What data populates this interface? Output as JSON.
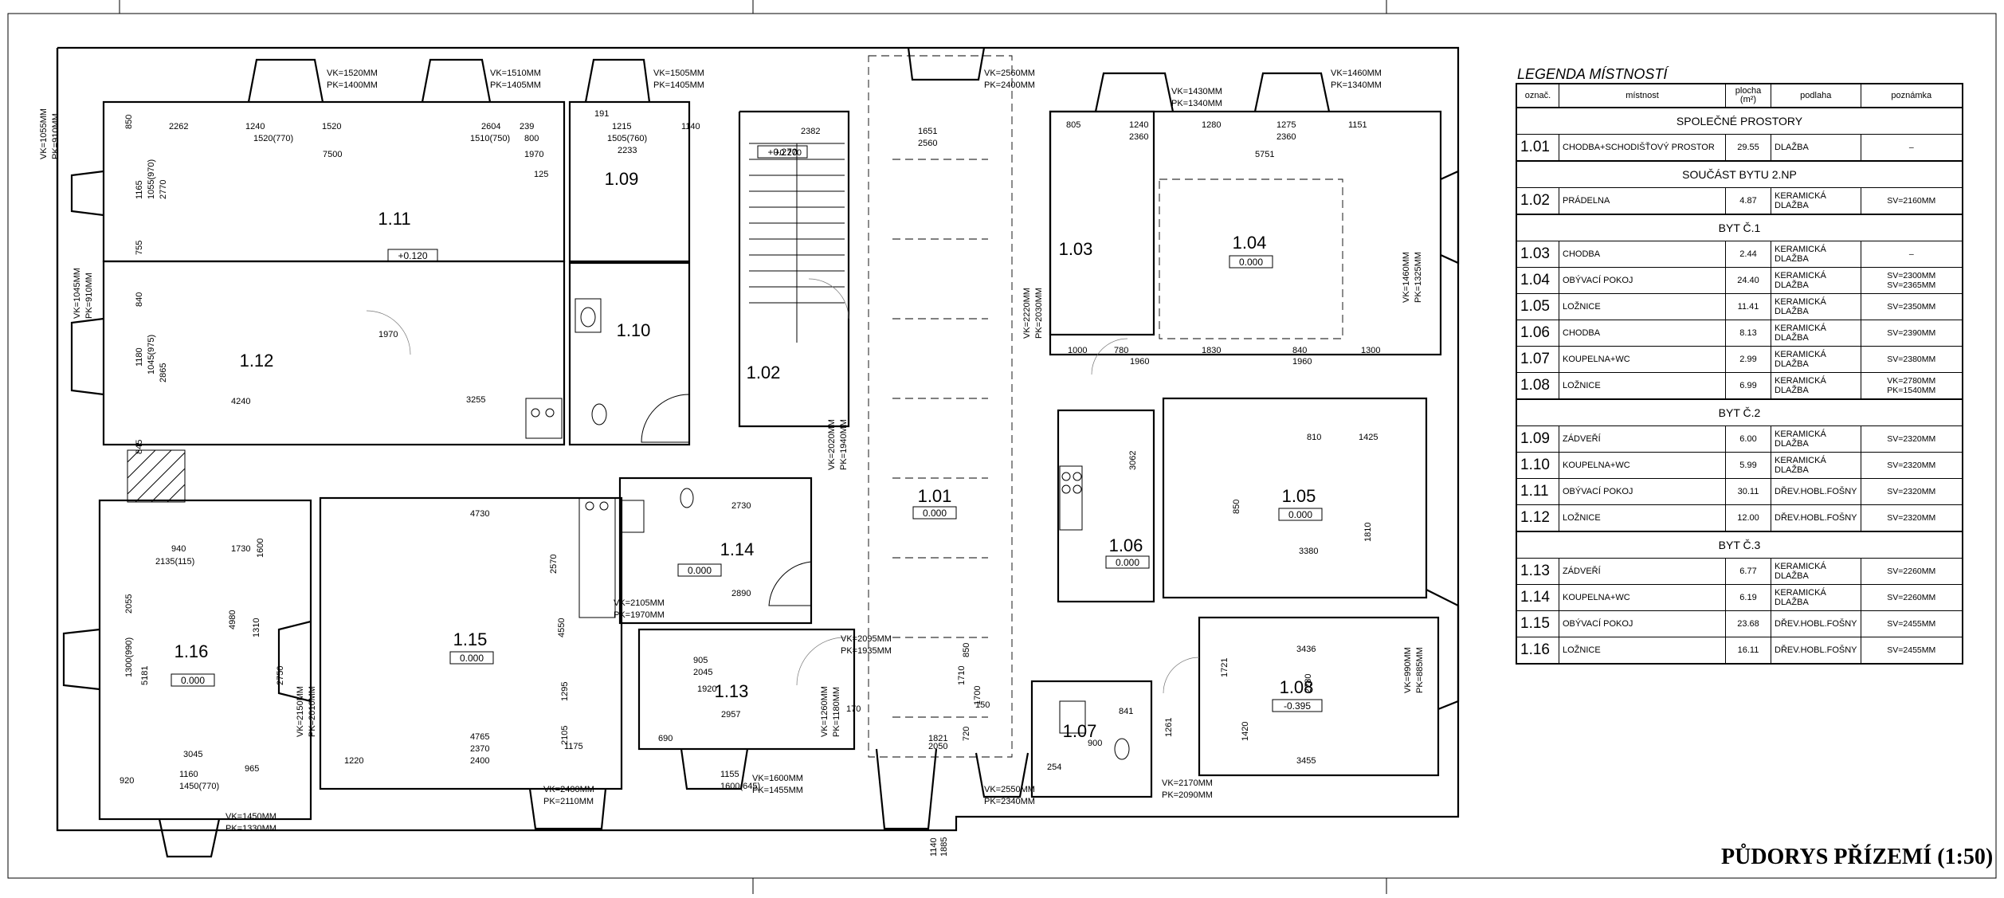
{
  "drawing_title": "PŮDORYS PŘÍZEMÍ (1:50)",
  "legend": {
    "title": "LEGENDA MÍSTNOSTÍ",
    "columns": {
      "id": "označ.",
      "name": "místnost",
      "area": "plocha\n(m²)",
      "floor": "podlaha",
      "note": "poznámka"
    },
    "groups": [
      {
        "title": "SPOLEČNÉ PROSTORY",
        "rows": [
          {
            "id": "1.01",
            "name": "CHODBA+SCHODIŠŤOVÝ PROSTOR",
            "area": "29.55",
            "floor": "DLAŽBA",
            "note": "–"
          }
        ]
      },
      {
        "title": "SOUČÁST BYTU 2.NP",
        "rows": [
          {
            "id": "1.02",
            "name": "PRÁDELNA",
            "area": "4.87",
            "floor": "KERAMICKÁ DLAŽBA",
            "note": "SV=2160MM"
          }
        ]
      },
      {
        "title": "BYT Č.1",
        "rows": [
          {
            "id": "1.03",
            "name": "CHODBA",
            "area": "2.44",
            "floor": "KERAMICKÁ DLAŽBA",
            "note": "–"
          },
          {
            "id": "1.04",
            "name": "OBÝVACÍ POKOJ",
            "area": "24.40",
            "floor": "KERAMICKÁ DLAŽBA",
            "note": "SV=2300MM\nSV=2365MM"
          },
          {
            "id": "1.05",
            "name": "LOŽNICE",
            "area": "11.41",
            "floor": "KERAMICKÁ DLAŽBA",
            "note": "SV=2350MM"
          },
          {
            "id": "1.06",
            "name": "CHODBA",
            "area": "8.13",
            "floor": "KERAMICKÁ DLAŽBA",
            "note": "SV=2390MM"
          },
          {
            "id": "1.07",
            "name": "KOUPELNA+WC",
            "area": "2.99",
            "floor": "KERAMICKÁ DLAŽBA",
            "note": "SV=2380MM"
          },
          {
            "id": "1.08",
            "name": "LOŽNICE",
            "area": "6.99",
            "floor": "KERAMICKÁ DLAŽBA",
            "note": "VK=2780MM\nPK=1540MM"
          }
        ]
      },
      {
        "title": "BYT Č.2",
        "rows": [
          {
            "id": "1.09",
            "name": "ZÁDVEŘÍ",
            "area": "6.00",
            "floor": "KERAMICKÁ DLAŽBA",
            "note": "SV=2320MM"
          },
          {
            "id": "1.10",
            "name": "KOUPELNA+WC",
            "area": "5.99",
            "floor": "KERAMICKÁ DLAŽBA",
            "note": "SV=2320MM"
          },
          {
            "id": "1.11",
            "name": "OBÝVACÍ POKOJ",
            "area": "30.11",
            "floor": "DŘEV.HOBL.FOŠNY",
            "note": "SV=2320MM"
          },
          {
            "id": "1.12",
            "name": "LOŽNICE",
            "area": "12.00",
            "floor": "DŘEV.HOBL.FOŠNY",
            "note": "SV=2320MM"
          }
        ]
      },
      {
        "title": "BYT Č.3",
        "rows": [
          {
            "id": "1.13",
            "name": "ZÁDVEŘÍ",
            "area": "6.77",
            "floor": "KERAMICKÁ DLAŽBA",
            "note": "SV=2260MM"
          },
          {
            "id": "1.14",
            "name": "KOUPELNA+WC",
            "area": "6.19",
            "floor": "KERAMICKÁ DLAŽBA",
            "note": "SV=2260MM"
          },
          {
            "id": "1.15",
            "name": "OBÝVACÍ POKOJ",
            "area": "23.68",
            "floor": "DŘEV.HOBL.FOŠNY",
            "note": "SV=2455MM"
          },
          {
            "id": "1.16",
            "name": "LOŽNICE",
            "area": "16.11",
            "floor": "DŘEV.HOBL.FOŠNY",
            "note": "SV=2455MM"
          }
        ]
      }
    ]
  },
  "plan": {
    "rooms": [
      {
        "id": "1.11",
        "level": "+0.120"
      },
      {
        "id": "1.09",
        "level": ""
      },
      {
        "id": "1.12",
        "level": ""
      },
      {
        "id": "1.10",
        "level": ""
      },
      {
        "id": "1.02",
        "level": "+0.270"
      },
      {
        "id": "1.03",
        "level": ""
      },
      {
        "id": "1.04",
        "level": "0.000"
      },
      {
        "id": "1.01",
        "level": "0.000"
      },
      {
        "id": "1.05",
        "level": "0.000"
      },
      {
        "id": "1.06",
        "level": "0.000"
      },
      {
        "id": "1.14",
        "level": "0.000"
      },
      {
        "id": "1.16",
        "level": "0.000"
      },
      {
        "id": "1.15",
        "level": "0.000"
      },
      {
        "id": "1.13",
        "level": ""
      },
      {
        "id": "1.07",
        "level": ""
      },
      {
        "id": "1.08",
        "level": "-0.395"
      }
    ],
    "window_notes": [
      "VK=1520MM",
      "PK=1400MM",
      "VK=1510MM",
      "PK=1405MM",
      "VK=1505MM",
      "PK=1405MM",
      "VK=2560MM",
      "PK=2400MM",
      "VK=1430MM",
      "PK=1340MM",
      "VK=1460MM",
      "PK=1340MM",
      "VK=1055MM",
      "PK=910MM",
      "VK=1045MM",
      "PK=910MM",
      "VK=2220MM",
      "PK=2030MM",
      "VK=1460MM",
      "PK=1325MM",
      "VK=2020MM",
      "PK=1940MM",
      "VK=2105MM",
      "PK=1970MM",
      "VK=2095MM",
      "PK=1935MM",
      "VK=1260MM",
      "PK=1180MM",
      "VK=2150MM",
      "PK=2010MM",
      "VK=1450MM",
      "PK=1330MM",
      "VK=2400MM",
      "PK=2110MM",
      "VK=1600MM",
      "PK=1455MM",
      "VK=2550MM",
      "PK=2340MM",
      "VK=2170MM",
      "PK=2090MM",
      "VK=990MM",
      "PK=885MM"
    ],
    "dimensions": [
      "850",
      "2262",
      "1240",
      "1520",
      "2604",
      "239",
      "191",
      "1215",
      "1140",
      "2382",
      "1651",
      "2560",
      "7500",
      "1520(770)",
      "1510(750)",
      "1505(760)",
      "2233",
      "800",
      "1970",
      "125",
      "+0.270",
      "805",
      "1240",
      "2360",
      "1280",
      "1275",
      "2360",
      "1151",
      "5751",
      "1165",
      "1055(970)",
      "2770",
      "755",
      "840",
      "1180",
      "1045(975)",
      "2865",
      "845",
      "4240",
      "3255",
      "1970",
      "1000",
      "780",
      "1960",
      "1830",
      "840",
      "1960",
      "1300",
      "810",
      "1425",
      "3380",
      "1810",
      "850",
      "3062",
      "4730",
      "2570",
      "4550",
      "1295",
      "2105",
      "4765",
      "2370",
      "2400",
      "1220",
      "1175",
      "940",
      "1730",
      "2135(115)",
      "2055",
      "4980",
      "1310",
      "1300(990)",
      "5181",
      "2750",
      "3045",
      "1160",
      "1450(770)",
      "920",
      "965",
      "1600",
      "2730",
      "2890",
      "905",
      "2045",
      "1920",
      "2957",
      "1155",
      "1600(645)",
      "690",
      "3436",
      "3455",
      "1420",
      "1721",
      "1261",
      "2280",
      "841",
      "900",
      "254",
      "1821",
      "2050",
      "720",
      "850",
      "1710",
      "1700",
      "150",
      "170",
      "1140",
      "1885"
    ]
  }
}
